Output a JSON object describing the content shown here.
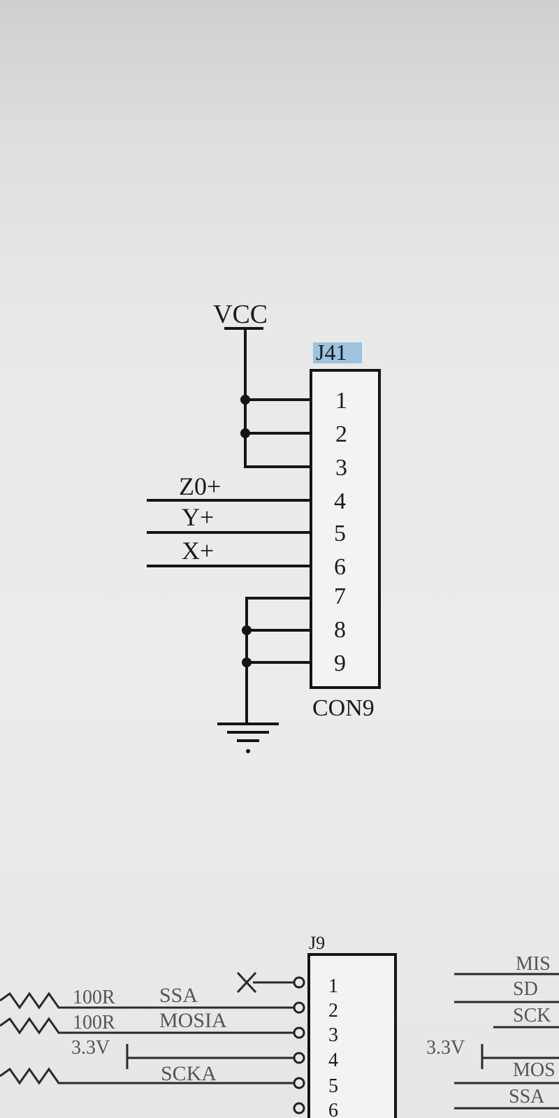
{
  "upper": {
    "power_label": "VCC",
    "ref": "J41",
    "ref_highlight": "#9cc3df",
    "value": "CON9",
    "pins": [
      "1",
      "2",
      "3",
      "4",
      "5",
      "6",
      "7",
      "8",
      "9"
    ],
    "net_labels": [
      "Z0+",
      "Y+",
      "X+"
    ]
  },
  "lower": {
    "ref": "J9",
    "pins": [
      "1",
      "2",
      "3",
      "4",
      "5",
      "6"
    ],
    "resistor_labels": [
      "100R",
      "100R"
    ],
    "supply_label": "3.3V",
    "net_labels": [
      "SSA",
      "MOSIA",
      "SCKA"
    ],
    "right_labels": [
      "MIS",
      "SD",
      "SCK",
      "MOS",
      "SSA"
    ],
    "right_supply": "3.3V"
  }
}
